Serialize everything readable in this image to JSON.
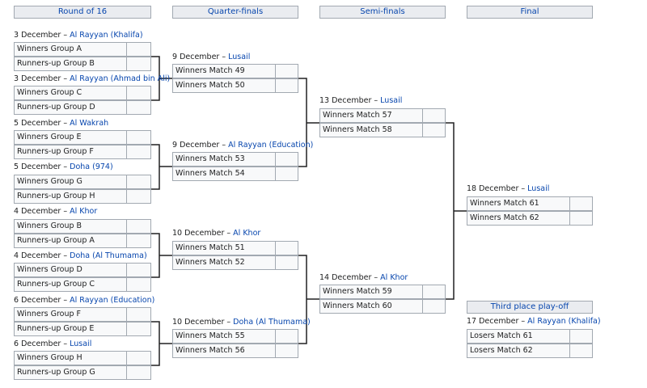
{
  "headers": {
    "round_of_16": "Round of 16",
    "quarter_finals": "Quarter-finals",
    "semi_finals": "Semi-finals",
    "final": "Final",
    "third_place": "Third place play-off"
  },
  "r16": [
    {
      "date": "3 December –",
      "venue": "Al Rayyan (Khalifa)",
      "team1": "Winners Group A",
      "team2": "Runners-up Group B"
    },
    {
      "date": "3 December –",
      "venue": "Al Rayyan (Ahmad bin Ali)",
      "team1": "Winners Group C",
      "team2": "Runners-up Group D"
    },
    {
      "date": "5 December –",
      "venue": "Al Wakrah",
      "team1": "Winners Group E",
      "team2": "Runners-up Group F"
    },
    {
      "date": "5 December –",
      "venue": "Doha (974)",
      "team1": "Winners Group G",
      "team2": "Runners-up Group H"
    },
    {
      "date": "4 December –",
      "venue": "Al Khor",
      "team1": "Winners Group B",
      "team2": "Runners-up Group A"
    },
    {
      "date": "4 December –",
      "venue": "Doha (Al Thumama)",
      "team1": "Winners Group D",
      "team2": "Runners-up Group C"
    },
    {
      "date": "6 December –",
      "venue": "Al Rayyan (Education)",
      "team1": "Winners Group F",
      "team2": "Runners-up Group E"
    },
    {
      "date": "6 December –",
      "venue": "Lusail",
      "team1": "Winners Group H",
      "team2": "Runners-up Group G"
    }
  ],
  "qf": [
    {
      "date": "9 December –",
      "venue": "Lusail",
      "team1": "Winners Match 49",
      "team2": "Winners Match 50"
    },
    {
      "date": "9 December –",
      "venue": "Al Rayyan (Education)",
      "team1": "Winners Match 53",
      "team2": "Winners Match 54"
    },
    {
      "date": "10 December –",
      "venue": "Al Khor",
      "team1": "Winners Match 51",
      "team2": "Winners Match 52"
    },
    {
      "date": "10 December –",
      "venue": "Doha (Al Thumama)",
      "team1": "Winners Match 55",
      "team2": "Winners Match 56"
    }
  ],
  "sf": [
    {
      "date": "13 December –",
      "venue": "Lusail",
      "team1": "Winners Match 57",
      "team2": "Winners Match 58"
    },
    {
      "date": "14 December –",
      "venue": "Al Khor",
      "team1": "Winners Match 59",
      "team2": "Winners Match 60"
    }
  ],
  "final": {
    "date": "18 December –",
    "venue": "Lusail",
    "team1": "Winners Match 61",
    "team2": "Winners Match 62"
  },
  "third": {
    "date": "17 December –",
    "venue": "Al Rayyan (Khalifa)",
    "team1": "Losers Match 61",
    "team2": "Losers Match 62"
  }
}
